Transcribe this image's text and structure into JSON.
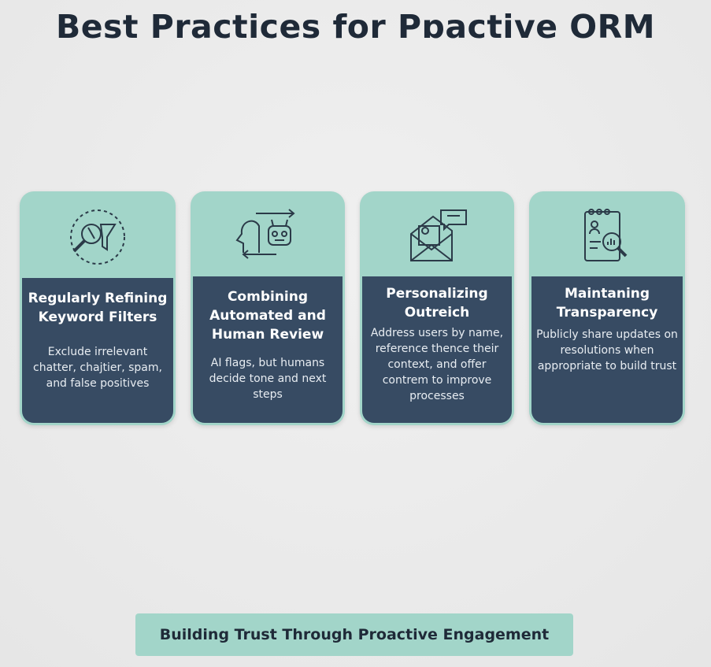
{
  "title": "Best Practices for Pɒactive ORM",
  "cards": [
    {
      "icon": "magnifier-filter-icon",
      "heading": "Regularly Refining Keyword Filters",
      "body": "Exclude irrelevant chatter, chajtier, spam, and false positives"
    },
    {
      "icon": "human-robot-icon",
      "heading": "Combining Automated and Human Review",
      "body": "AI flags, but humans decide tone and next steps"
    },
    {
      "icon": "envelope-message-icon",
      "heading": "Personalizing Outreich",
      "body": "Address users by name, reference thence their context, and offer contrem to improve processes"
    },
    {
      "icon": "report-magnifier-icon",
      "heading": "Maintaning Transparency",
      "body": "Publicly share updates on resolutions when appropriate to build trust"
    }
  ],
  "banner": "Building Trust Through Proactive Engagement"
}
